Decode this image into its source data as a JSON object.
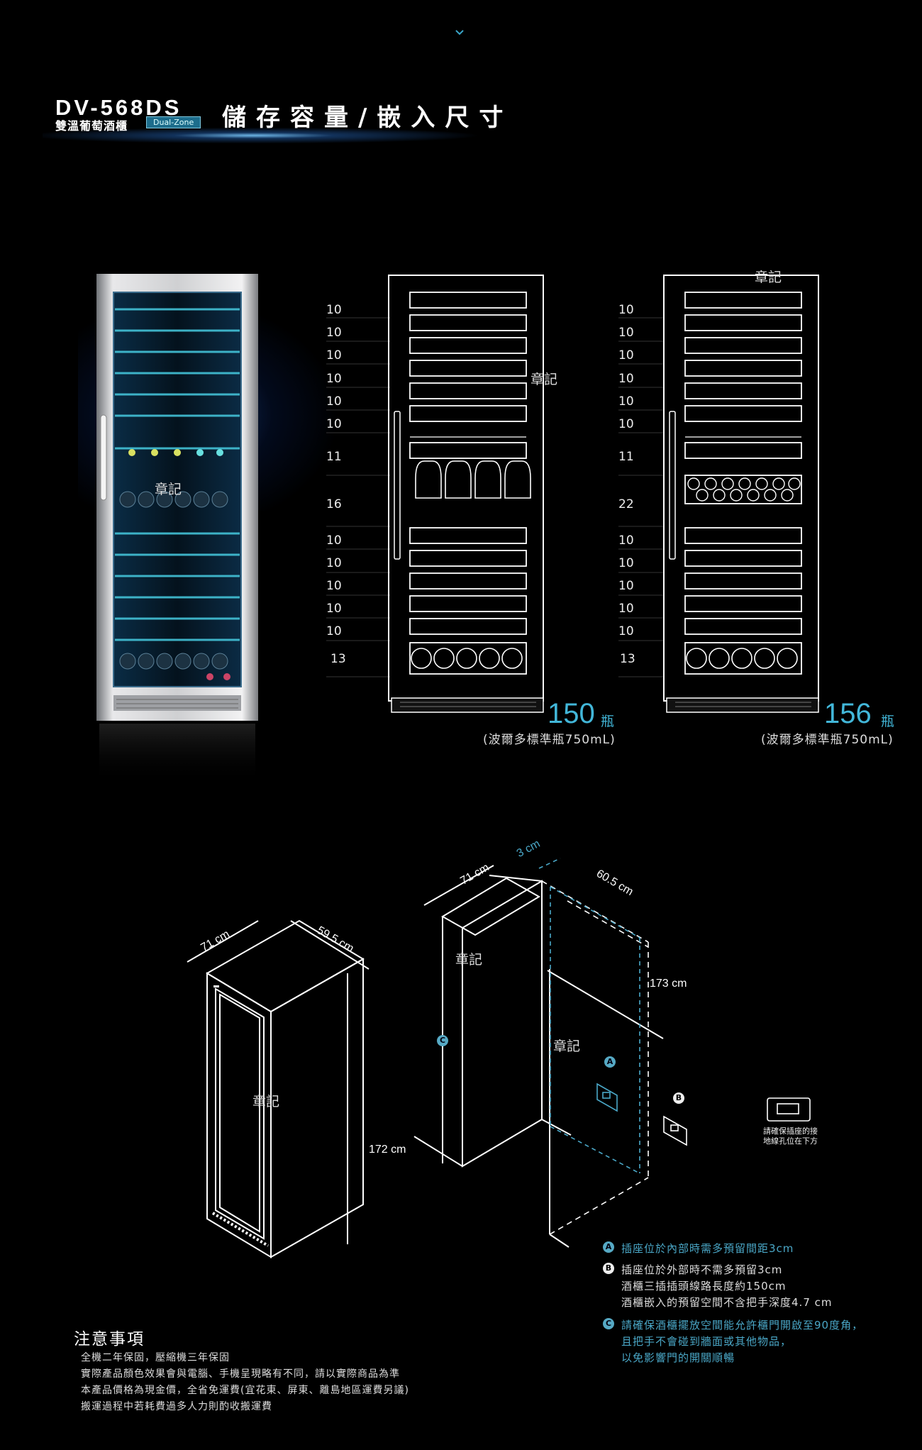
{
  "header": {
    "model": "DV-568DS",
    "subtitle": "雙溫葡萄酒櫃",
    "badge": "Dual-Zone",
    "title": "儲存容量/嵌入尺寸",
    "chevron_icon": "chevron-down-icon"
  },
  "stamp_text": "章記",
  "capacity": {
    "left": {
      "rows": [
        "10",
        "10",
        "10",
        "10",
        "10",
        "10",
        "11",
        "16",
        "10",
        "10",
        "10",
        "10",
        "10",
        "13"
      ],
      "total": "150",
      "unit": "瓶",
      "note": "(波爾多標準瓶750mL)"
    },
    "right": {
      "rows": [
        "10",
        "10",
        "10",
        "10",
        "10",
        "10",
        "11",
        "22",
        "10",
        "10",
        "10",
        "10",
        "10",
        "13"
      ],
      "total": "156",
      "unit": "瓶",
      "note": "(波爾多標準瓶750mL)"
    }
  },
  "dimensions": {
    "cabinet_depth": "71 cm",
    "cabinet_width": "59.5 cm",
    "cabinet_height": "172 cm",
    "space_depth": "71 cm",
    "space_gap": "3 cm",
    "space_width": "60.5 cm",
    "space_height": "173 cm"
  },
  "outlet_note": [
    "請確保插座的接",
    "地線孔位在下方"
  ],
  "legend": {
    "a_badge": "A",
    "a_text": "插座位於內部時需多預留間距3cm",
    "b_badge": "B",
    "b_lines": [
      "插座位於外部時不需多預留3cm",
      "酒櫃三插插頭線路長度約150cm",
      "酒櫃嵌入的預留空間不含把手深度4.7 cm"
    ],
    "c_badge": "C",
    "c_lines": [
      "請確保酒櫃擺放空間能允許櫃門開啟至90度角，",
      "且把手不會碰到牆面或其他物品，",
      "以免影響門的開關順暢"
    ]
  },
  "cautions": {
    "title": "注意事項",
    "items": [
      "全機二年保固，壓縮機三年保固",
      "實際產品顏色效果會與電腦、手機呈現略有不同，請以實際商品為準",
      "本產品價格為現金價，全省免運費(宜花東、屏東、離島地區運費另議)",
      "搬運過程中若耗費過多人力則酌收搬運費"
    ]
  },
  "colors": {
    "accent": "#42b7d9",
    "background": "#000000",
    "badge_bg": "#1d6d8c"
  }
}
